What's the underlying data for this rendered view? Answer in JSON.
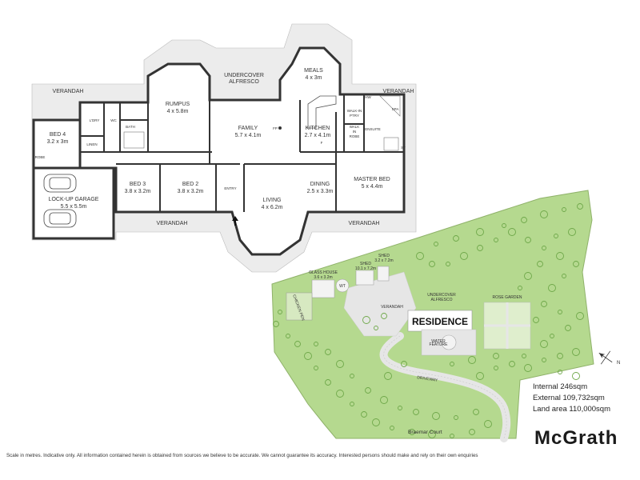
{
  "rooms": {
    "verandah_top_left": "VERANDAH",
    "verandah_top_right": "VERANDAH",
    "verandah_bottom_mid": "VERANDAH",
    "verandah_bottom_right": "VERANDAH",
    "bed4": {
      "name": "BED 4",
      "dim": "3.2 x 3m"
    },
    "rumpus": {
      "name": "RUMPUS",
      "dim": "4 x 5.8m"
    },
    "alfresco": {
      "name": "UNDERCOVER",
      "name2": "ALFRESCO"
    },
    "meals": {
      "name": "MEALS",
      "dim": "4 x 3m"
    },
    "family": {
      "name": "FAMILY",
      "dim": "5.7 x 4.1m"
    },
    "kitchen": {
      "name": "KITCHEN",
      "dim": "2.7 x 4.1m"
    },
    "bed3": {
      "name": "BED 3",
      "dim": "3.8 x 3.2m"
    },
    "bed2": {
      "name": "BED 2",
      "dim": "3.8 x 3.2m"
    },
    "living": {
      "name": "LIVING",
      "dim": "4 x 6.2m"
    },
    "dining": {
      "name": "DINING",
      "dim": "2.5 x 3.3m"
    },
    "master": {
      "name": "MASTER BED",
      "dim": "5 x 4.4m"
    },
    "garage": {
      "name": "LOCK-UP GARAGE",
      "dim": "5.5 x 5.5m"
    },
    "entry": "ENTRY",
    "ldry": "L'DRY",
    "wc": "WC",
    "bath": "BATH",
    "linen": "LINEN",
    "robe": "ROBE",
    "fp": "FP",
    "walkin_ptry": {
      "a": "WALK-IN",
      "b": "PTRY"
    },
    "walkin_robe": {
      "a": "WALK",
      "b": "IN",
      "c": "ROBE"
    },
    "ensuite": "ENSUITE",
    "spa": "SPA",
    "hw": "HW",
    "st": "ST",
    "f": "F"
  },
  "site": {
    "residence": "RESIDENCE",
    "glass_house": {
      "a": "GLASS HOUSE",
      "b": "3.6 x 3.2m"
    },
    "shed1": {
      "a": "SHED",
      "b": "10.1 x 7.2m"
    },
    "shed2": {
      "a": "SHED",
      "b": "3.2 x 7.2m"
    },
    "chicken_pen": "CHICKEN PEN",
    "verandah": "VERANDAH",
    "undercover_alfresco": {
      "a": "UNDERCOVER",
      "b": "ALFRESCO"
    },
    "rose_garden": "ROSE GARDEN",
    "water_feature": {
      "a": "WATER",
      "b": "FEATURE"
    },
    "driveway": "DRIVEWAY",
    "wt": "WT",
    "street": "Braemar Court",
    "north": "N"
  },
  "areas": {
    "internal": "Internal 246sqm",
    "external": "External 109,732sqm",
    "land": "Land area 110,000sqm"
  },
  "brand": "McGrath",
  "disclaimer": "Scale in metres. Indicative only. All information contained herein is obtained from sources we believe to be accurate. We cannot guarantee its accuracy. Interested persons should make and rely on their own enquiries",
  "colors": {
    "verandah": "#ececec",
    "wall": "#333333",
    "lawn": "#b5d98f",
    "path": "#e6e6e6",
    "tree": "#6fa84a"
  }
}
